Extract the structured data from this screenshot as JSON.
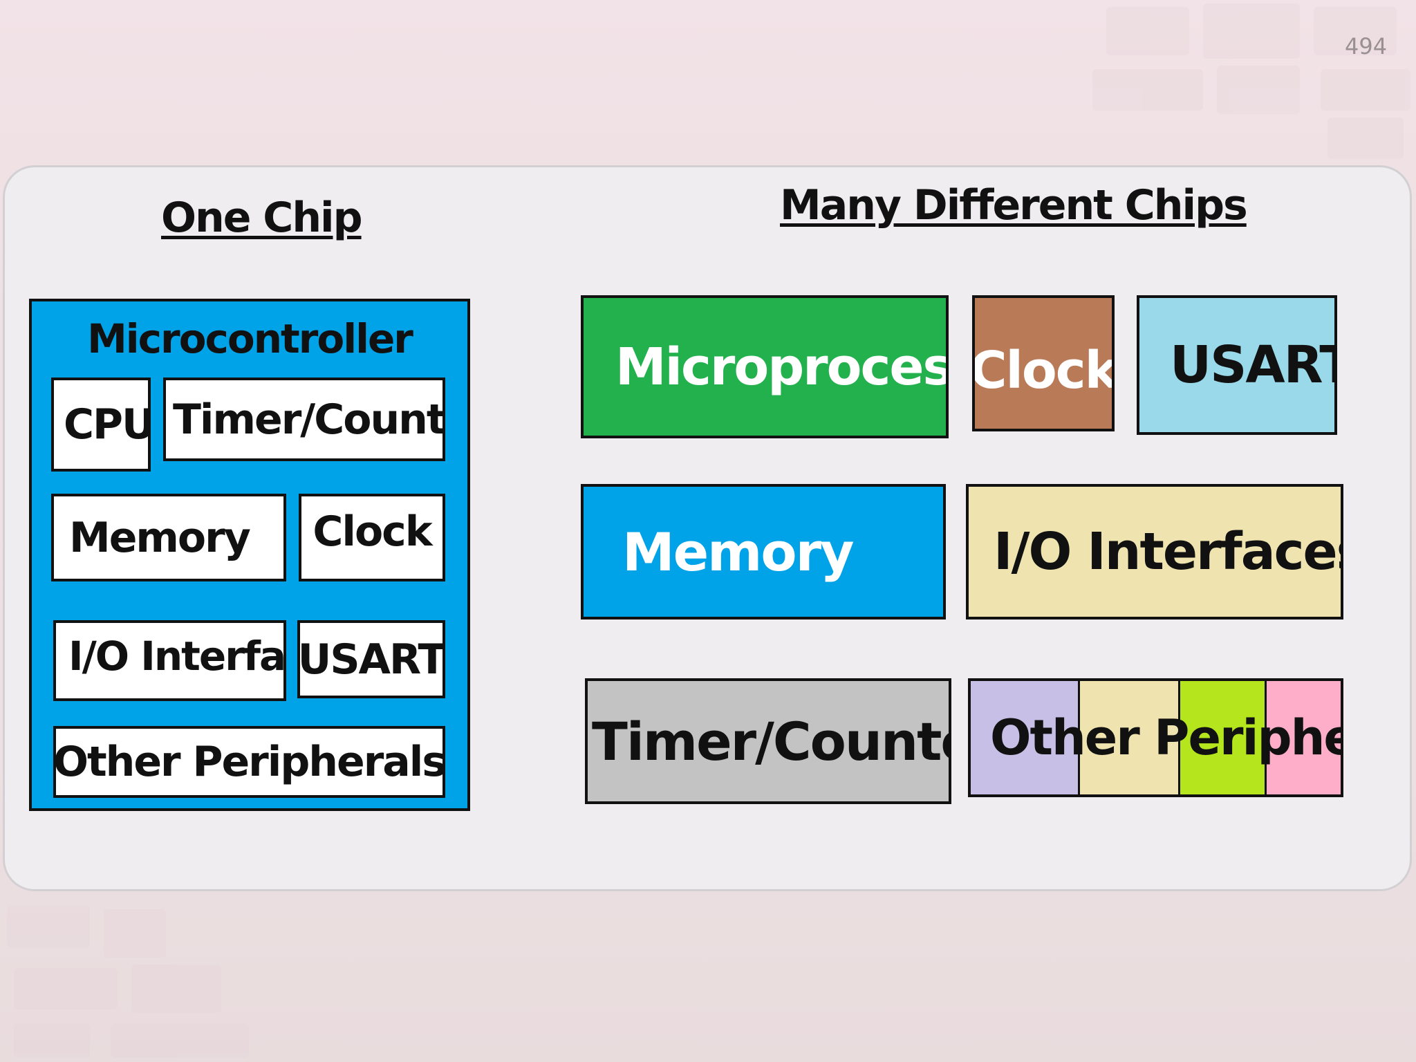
{
  "page_number": "494",
  "left": {
    "heading": "One Chip",
    "container": {
      "title": "Microcontroller",
      "items": {
        "cpu": "CPU",
        "timer": "Timer/Counter",
        "memory": "Memory",
        "clock": "Clock",
        "io": "I/O Interface",
        "usart": "USART",
        "other": "Other Peripherals"
      }
    }
  },
  "right": {
    "heading": "Many Different Chips",
    "chips": {
      "microprocessor": {
        "label": "Microprocessor",
        "color": "#22b14c",
        "text_color": "#ffffff"
      },
      "clock": {
        "label": "Clock",
        "color": "#b97a57",
        "text_color": "#ffffff"
      },
      "usart": {
        "label": "USART",
        "color": "#99d9ea",
        "text_color": "#111111"
      },
      "memory": {
        "label": "Memory",
        "color": "#00a2e8",
        "text_color": "#ffffff"
      },
      "io": {
        "label": "I/O Interfaces",
        "color": "#efe4b0",
        "text_color": "#111111"
      },
      "timer": {
        "label": "Timer/Counter",
        "color": "#c3c3c3",
        "text_color": "#111111"
      },
      "other": {
        "label": "Other Peripherals",
        "segment_colors": [
          "#c8bfe7",
          "#efe4b0",
          "#b5e61d",
          "#ffaec9"
        ]
      }
    }
  }
}
